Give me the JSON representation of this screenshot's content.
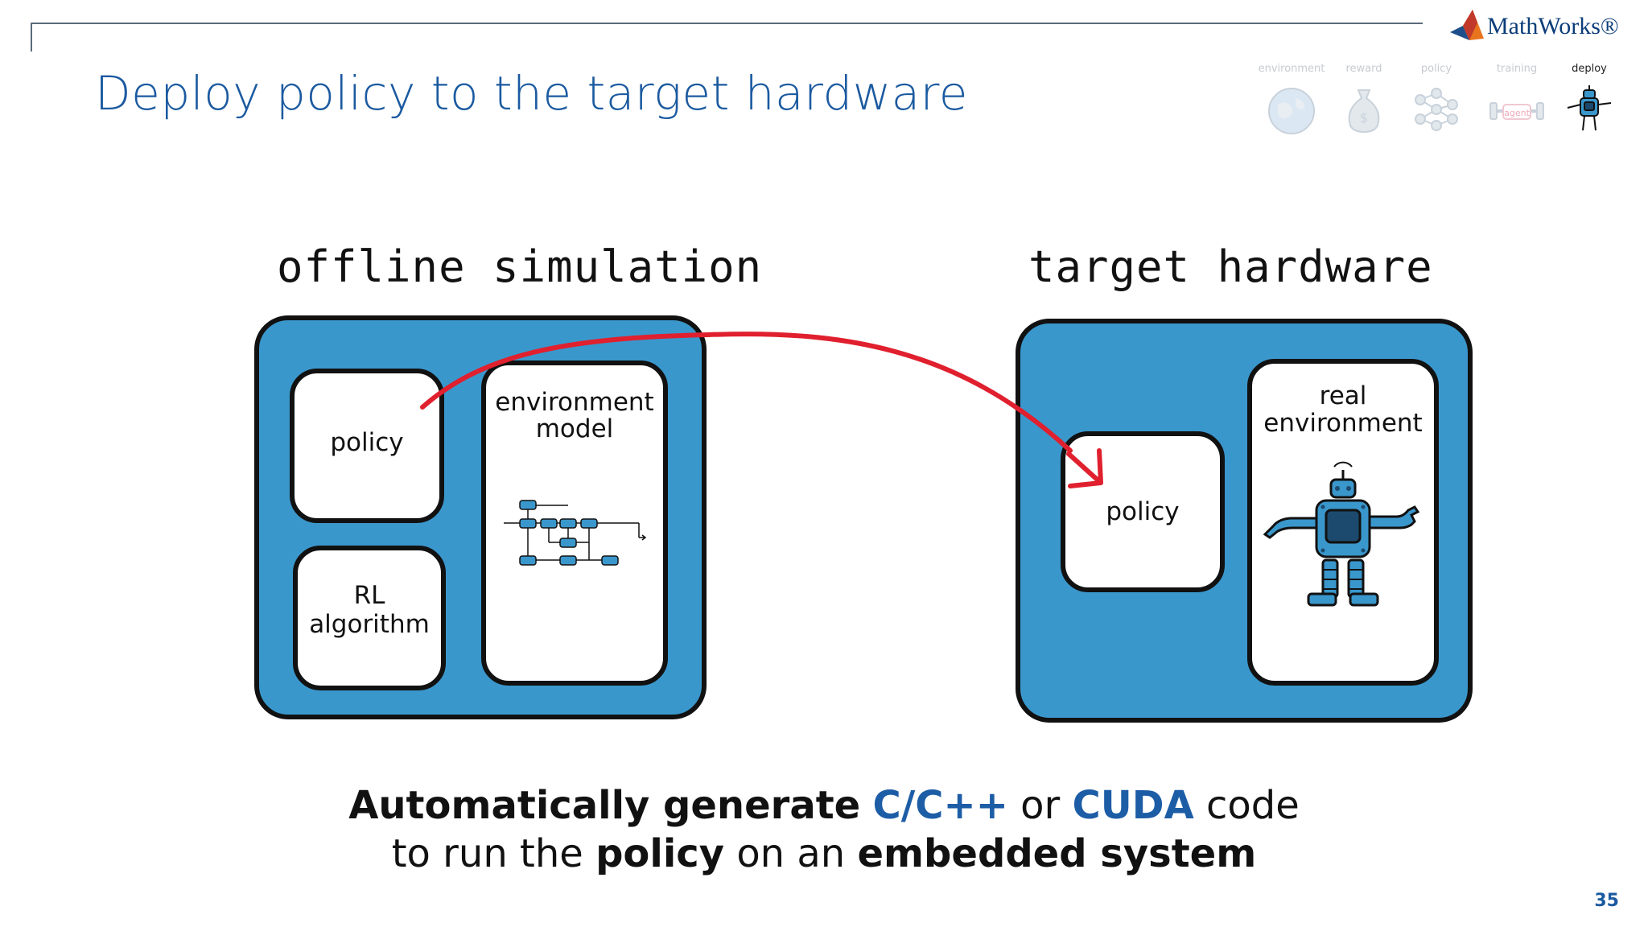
{
  "header": {
    "title": "Deploy policy to the target hardware",
    "brand": "MathWorks®"
  },
  "workflow_steps": [
    {
      "label": "environment",
      "icon": "globe-icon",
      "active": false
    },
    {
      "label": "reward",
      "icon": "money-bag-icon",
      "active": false
    },
    {
      "label": "policy",
      "icon": "neural-network-icon",
      "active": false
    },
    {
      "label": "training",
      "icon": "agent-barbell-icon",
      "active": false,
      "icon_text": "agent"
    },
    {
      "label": "deploy",
      "icon": "robot-icon",
      "active": true
    }
  ],
  "diagram": {
    "left": {
      "heading": "offline simulation",
      "policy_card": "policy",
      "rl_card_line1": "RL",
      "rl_card_line2": "algorithm",
      "env_card_line1": "environment",
      "env_card_line2": "model"
    },
    "right": {
      "heading": "target hardware",
      "policy_card": "policy",
      "env_card_line1": "real",
      "env_card_line2": "environment"
    },
    "arrow_color": "#e0202e",
    "panel_color": "#3a97cc"
  },
  "caption": {
    "line1_a": "Automatically generate",
    "line1_b": "C/C++",
    "line1_c": "or",
    "line1_d": "CUDA",
    "line1_e": "code",
    "line2_a": "to run the",
    "line2_b": "policy",
    "line2_c": "on an",
    "line2_d": "embedded system"
  },
  "page_number": "35"
}
